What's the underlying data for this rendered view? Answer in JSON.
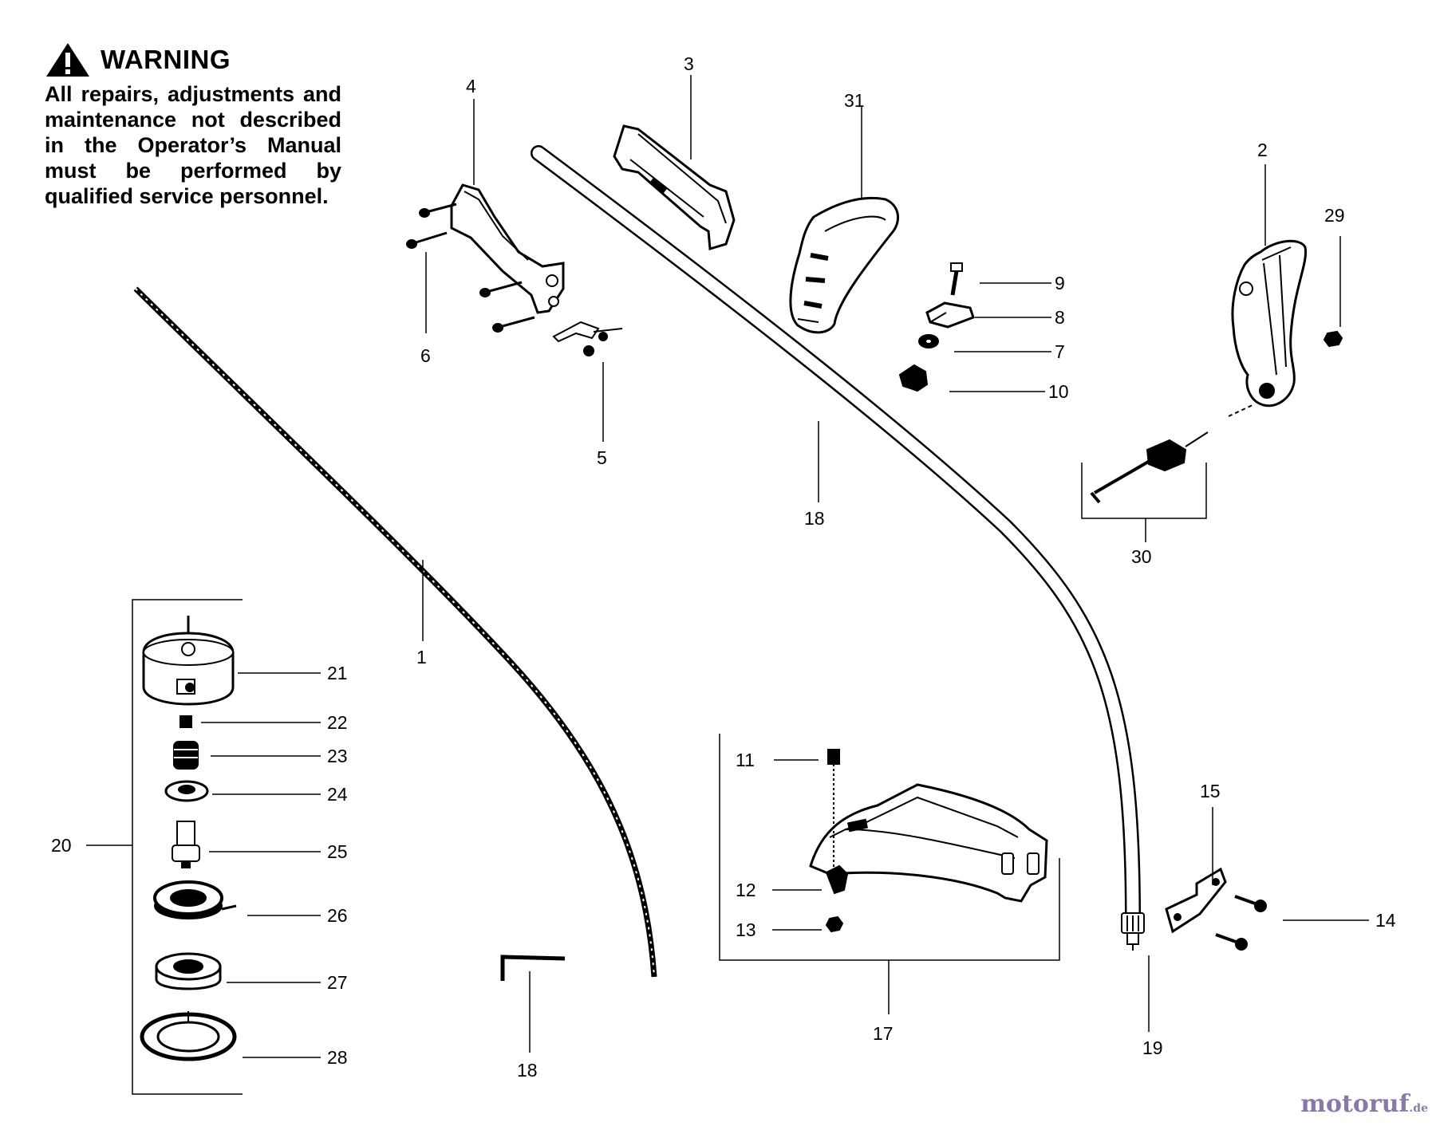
{
  "warning": {
    "title": "WARNING",
    "text": "All repairs, adjustments and maintenance not described in the Operator’s Manual must be performed by qualified service personnel."
  },
  "watermark": {
    "main": "motoruf",
    "suffix": ".de"
  },
  "parts": [
    {
      "id": "part-1",
      "label": "1"
    },
    {
      "id": "part-2",
      "label": "2"
    },
    {
      "id": "part-3",
      "label": "3"
    },
    {
      "id": "part-4",
      "label": "4"
    },
    {
      "id": "part-5",
      "label": "5"
    },
    {
      "id": "part-6",
      "label": "6"
    },
    {
      "id": "part-7",
      "label": "7"
    },
    {
      "id": "part-8",
      "label": "8"
    },
    {
      "id": "part-9",
      "label": "9"
    },
    {
      "id": "part-10",
      "label": "10"
    },
    {
      "id": "part-11",
      "label": "11"
    },
    {
      "id": "part-12",
      "label": "12"
    },
    {
      "id": "part-13",
      "label": "13"
    },
    {
      "id": "part-14",
      "label": "14"
    },
    {
      "id": "part-15",
      "label": "15"
    },
    {
      "id": "part-17",
      "label": "17"
    },
    {
      "id": "part-18-shaft",
      "label": "18"
    },
    {
      "id": "part-18-key",
      "label": "18"
    },
    {
      "id": "part-19",
      "label": "19"
    },
    {
      "id": "part-20",
      "label": "20"
    },
    {
      "id": "part-21",
      "label": "21"
    },
    {
      "id": "part-22",
      "label": "22"
    },
    {
      "id": "part-23",
      "label": "23"
    },
    {
      "id": "part-24",
      "label": "24"
    },
    {
      "id": "part-25",
      "label": "25"
    },
    {
      "id": "part-26",
      "label": "26"
    },
    {
      "id": "part-27",
      "label": "27"
    },
    {
      "id": "part-28",
      "label": "28"
    },
    {
      "id": "part-29",
      "label": "29"
    },
    {
      "id": "part-30",
      "label": "30"
    },
    {
      "id": "part-31",
      "label": "31"
    }
  ],
  "colors": {
    "line": "#000000",
    "watermark": "#8a78a8",
    "watermark_accent": "#f0a020"
  }
}
